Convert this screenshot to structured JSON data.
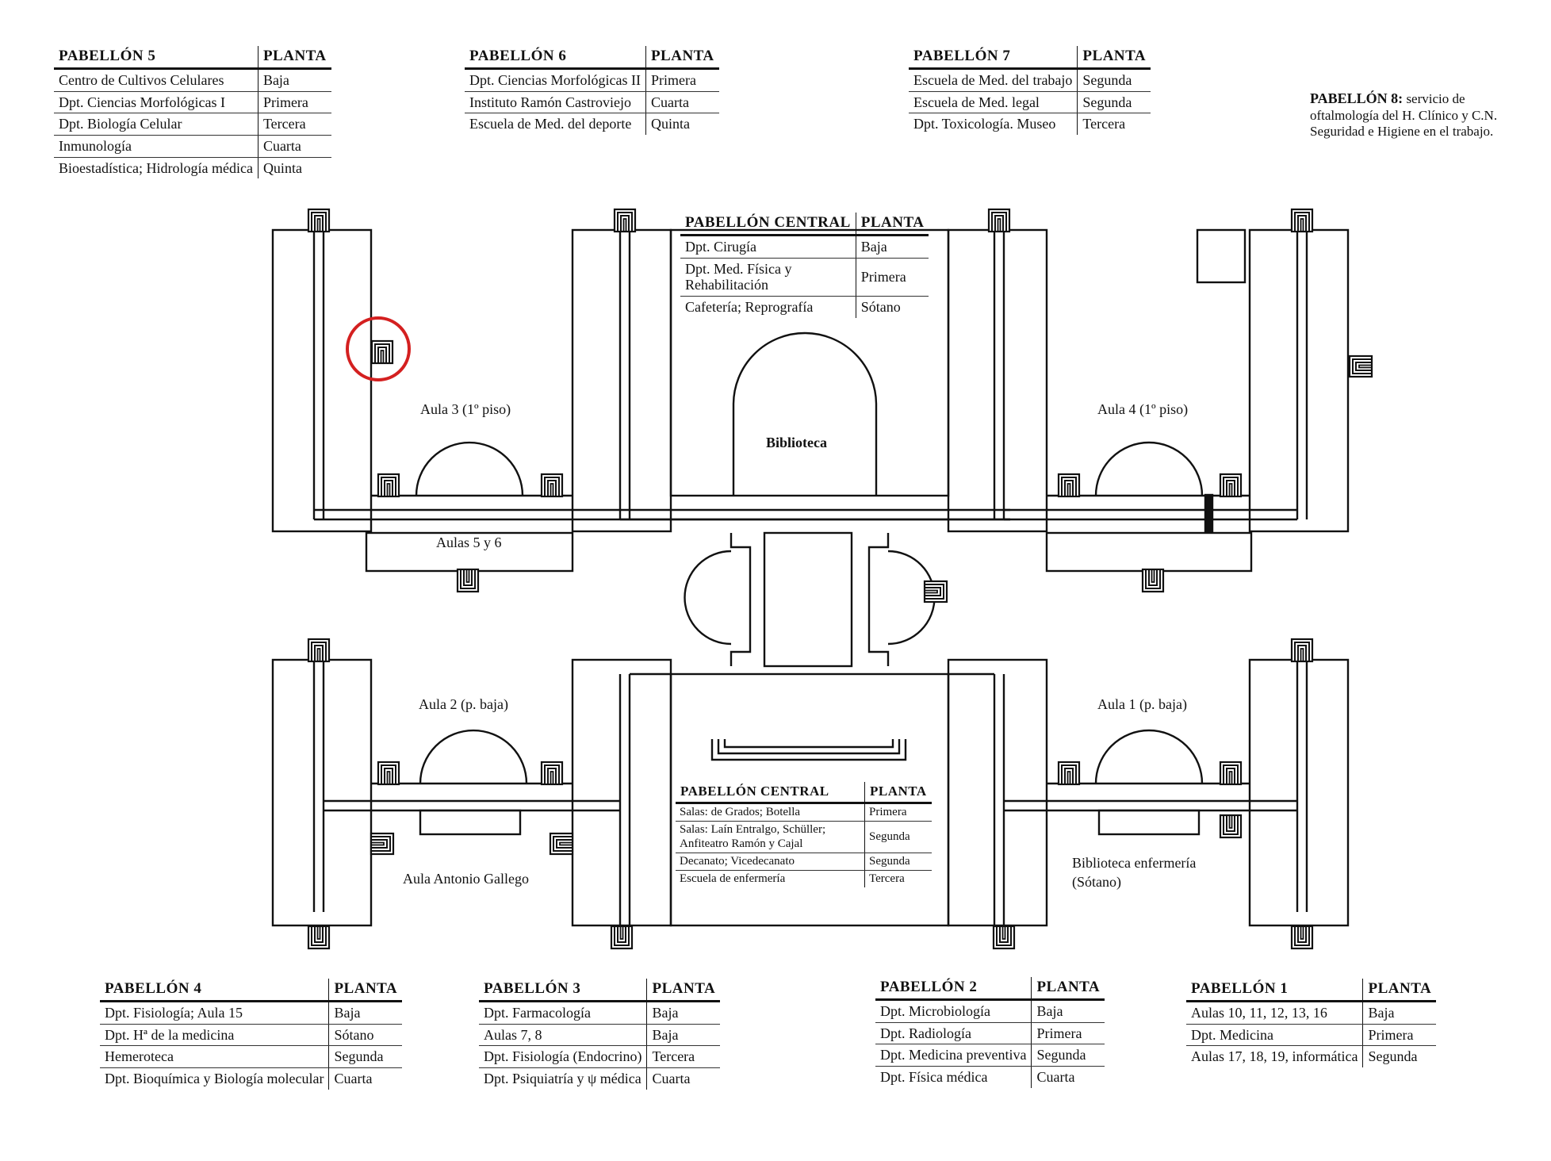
{
  "tables": {
    "p5": {
      "title": "PABELLÓN 5",
      "col": "PLANTA",
      "rows": [
        [
          "Centro de Cultivos Celulares",
          "Baja"
        ],
        [
          "Dpt. Ciencias Morfológicas I",
          "Primera"
        ],
        [
          "Dpt. Biología Celular",
          "Tercera"
        ],
        [
          "Inmunología",
          "Cuarta"
        ],
        [
          "Bioestadística; Hidrología médica",
          "Quinta"
        ]
      ]
    },
    "p6": {
      "title": "PABELLÓN 6",
      "col": "PLANTA",
      "rows": [
        [
          "Dpt. Ciencias Morfológicas II",
          "Primera"
        ],
        [
          "Instituto Ramón Castroviejo",
          "Cuarta"
        ],
        [
          "Escuela de Med. del deporte",
          "Quinta"
        ]
      ]
    },
    "p7": {
      "title": "PABELLÓN 7",
      "col": "PLANTA",
      "rows": [
        [
          "Escuela de Med. del trabajo",
          "Segunda"
        ],
        [
          "Escuela de Med. legal",
          "Segunda"
        ],
        [
          "Dpt. Toxicología. Museo",
          "Tercera"
        ]
      ]
    },
    "central_top": {
      "title": "PABELLÓN CENTRAL",
      "col": "PLANTA",
      "rows": [
        [
          "Dpt. Cirugía",
          "Baja"
        ],
        [
          "Dpt. Med. Física y Rehabilitación",
          "Primera"
        ],
        [
          "Cafetería; Reprografía",
          "Sótano"
        ]
      ]
    },
    "central_bottom": {
      "title": "PABELLÓN CENTRAL",
      "col": "PLANTA",
      "rows": [
        [
          "Salas: de Grados; Botella",
          "Primera"
        ],
        [
          "Salas: Laín Entralgo, Schüller; Anfiteatro Ramón y Cajal",
          "Segunda"
        ],
        [
          "Decanato; Vicedecanato",
          "Segunda"
        ],
        [
          "Escuela de enfermería",
          "Tercera"
        ]
      ]
    },
    "p4": {
      "title": "PABELLÓN 4",
      "col": "PLANTA",
      "rows": [
        [
          "Dpt. Fisiología; Aula 15",
          "Baja"
        ],
        [
          "Dpt. Hª de la medicina",
          "Sótano"
        ],
        [
          "Hemeroteca",
          "Segunda"
        ],
        [
          "Dpt. Bioquímica y Biología molecular",
          "Cuarta"
        ]
      ]
    },
    "p3": {
      "title": "PABELLÓN 3",
      "col": "PLANTA",
      "rows": [
        [
          "Dpt. Farmacología",
          "Baja"
        ],
        [
          "Aulas 7, 8",
          "Baja"
        ],
        [
          "Dpt. Fisiología (Endocrino)",
          "Tercera"
        ],
        [
          "Dpt. Psiquiatría y ψ médica",
          "Cuarta"
        ]
      ]
    },
    "p2": {
      "title": "PABELLÓN 2",
      "col": "PLANTA",
      "rows": [
        [
          "Dpt. Microbiología",
          "Baja"
        ],
        [
          "Dpt. Radiología",
          "Primera"
        ],
        [
          "Dpt. Medicina preventiva",
          "Segunda"
        ],
        [
          "Dpt. Física médica",
          "Cuarta"
        ]
      ]
    },
    "p1": {
      "title": "PABELLÓN 1",
      "col": "PLANTA",
      "rows": [
        [
          "Aulas 10, 11, 12, 13, 16",
          "Baja"
        ],
        [
          "Dpt. Medicina",
          "Primera"
        ],
        [
          "Aulas 17, 18, 19, informática",
          "Segunda"
        ]
      ]
    }
  },
  "note": {
    "bold": "PABELLÓN 8:",
    "text": " servicio de oftalmología del H. Clínico y C.N. Seguridad e Higiene en el trabajo."
  },
  "labels": {
    "aula3": "Aula 3 (1º piso)",
    "aula4": "Aula 4 (1º piso)",
    "biblioteca": "Biblioteca",
    "aulas56": "Aulas 5 y 6",
    "aula2": "Aula 2 (p. baja)",
    "aula1": "Aula 1 (p. baja)",
    "aula_gallego": "Aula Antonio Gallego",
    "bib_enf_1": "Biblioteca enfermería",
    "bib_enf_2": "(Sótano)"
  },
  "colors": {
    "line": "#111111",
    "highlight": "#d42020"
  },
  "icons": [
    "stair-icon"
  ]
}
